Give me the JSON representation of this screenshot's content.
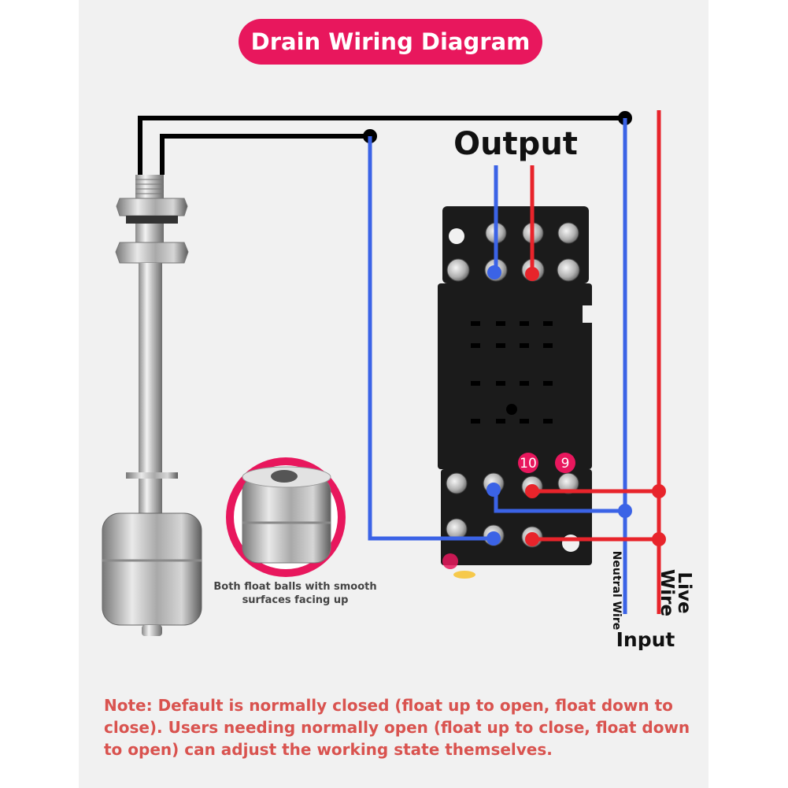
{
  "title": "Drain Wiring Diagram",
  "labels": {
    "output": "Output",
    "input": "Input",
    "neutral_wire": "Neutral Wire",
    "live_wire": "Live Wire"
  },
  "caption": "Both float balls with smooth surfaces facing up",
  "note": "Note: Default is normally closed (float up to open, float down to close). Users needing normally open (float up to close, float down to open) can adjust the working state themselves.",
  "terminal_numbers": [
    "10",
    "9"
  ],
  "colors": {
    "title_bg": "#e8175d",
    "neutral_wire": "#3b63e6",
    "live_wire": "#e8242b",
    "float_wires": "#000000",
    "note_text": "#d9534f"
  }
}
